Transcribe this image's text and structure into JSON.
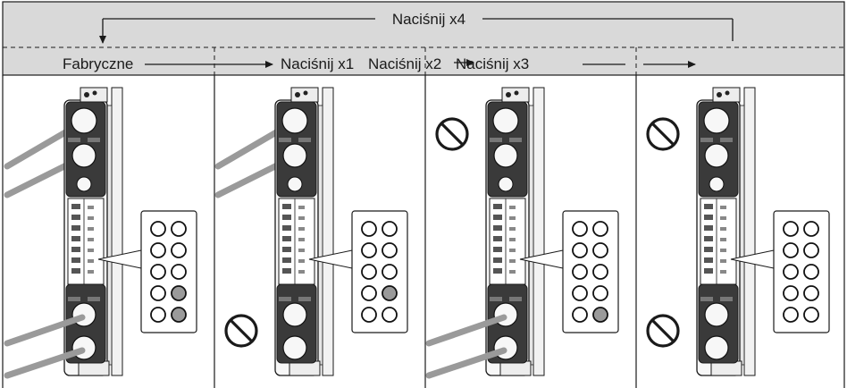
{
  "header": {
    "top_label": "Naciśnij x4",
    "start_label": "Fabryczne",
    "press_labels": [
      "Naciśnij x1",
      "Naciśnij x2",
      "Naciśnij x3"
    ]
  },
  "colors": {
    "band": "#d9d9d9",
    "line": "#1a1a1a",
    "led_on": "#9a9a9a",
    "led_off": "#ffffff",
    "beam": "#9a9a9a"
  },
  "panels": [
    {
      "state": "factory",
      "beams_top": true,
      "beams_bottom": true,
      "block_top": false,
      "block_bottom": false,
      "leds_on": [
        8,
        10
      ]
    },
    {
      "state": "press-1",
      "beams_top": true,
      "beams_bottom": false,
      "block_top": false,
      "block_bottom": true,
      "leds_on": [
        8
      ]
    },
    {
      "state": "press-2",
      "beams_top": false,
      "beams_bottom": true,
      "block_top": true,
      "block_bottom": false,
      "leds_on": [
        10
      ]
    },
    {
      "state": "press-3",
      "beams_top": false,
      "beams_bottom": false,
      "block_top": true,
      "block_bottom": true,
      "leds_on": []
    }
  ],
  "icons": [
    "no-entry-icon",
    "beam-icon",
    "led-icon",
    "detector-icon"
  ]
}
